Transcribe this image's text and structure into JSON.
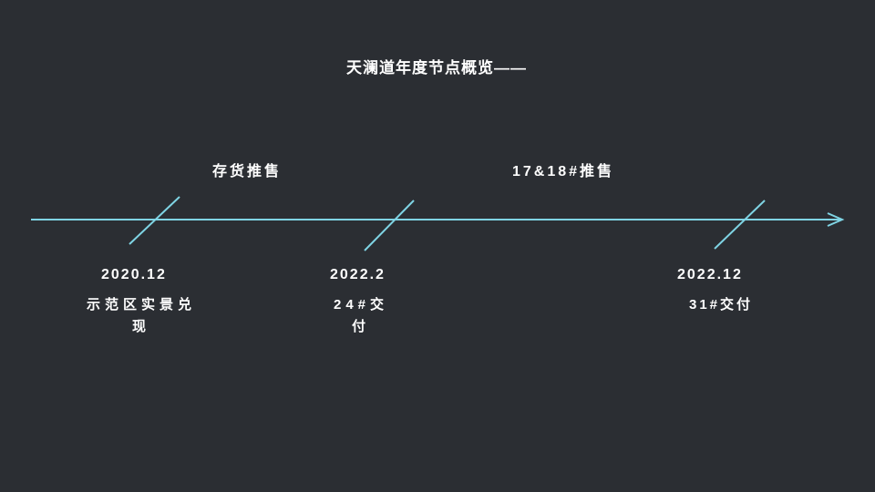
{
  "slide": {
    "title": "天澜道年度节点概览——",
    "phases": [
      {
        "label": "存货推售"
      },
      {
        "label": "17&18#推售"
      }
    ],
    "milestones": [
      {
        "date": "2020.12",
        "desc": "示范区实景兑现"
      },
      {
        "date": "2022.2",
        "desc": "24#交付"
      },
      {
        "date": "2022.12",
        "desc": "31#交付"
      }
    ],
    "colors": {
      "background": "#2B2E33",
      "timeline": "#7FD4E4",
      "text": "#FFFFFF"
    }
  }
}
